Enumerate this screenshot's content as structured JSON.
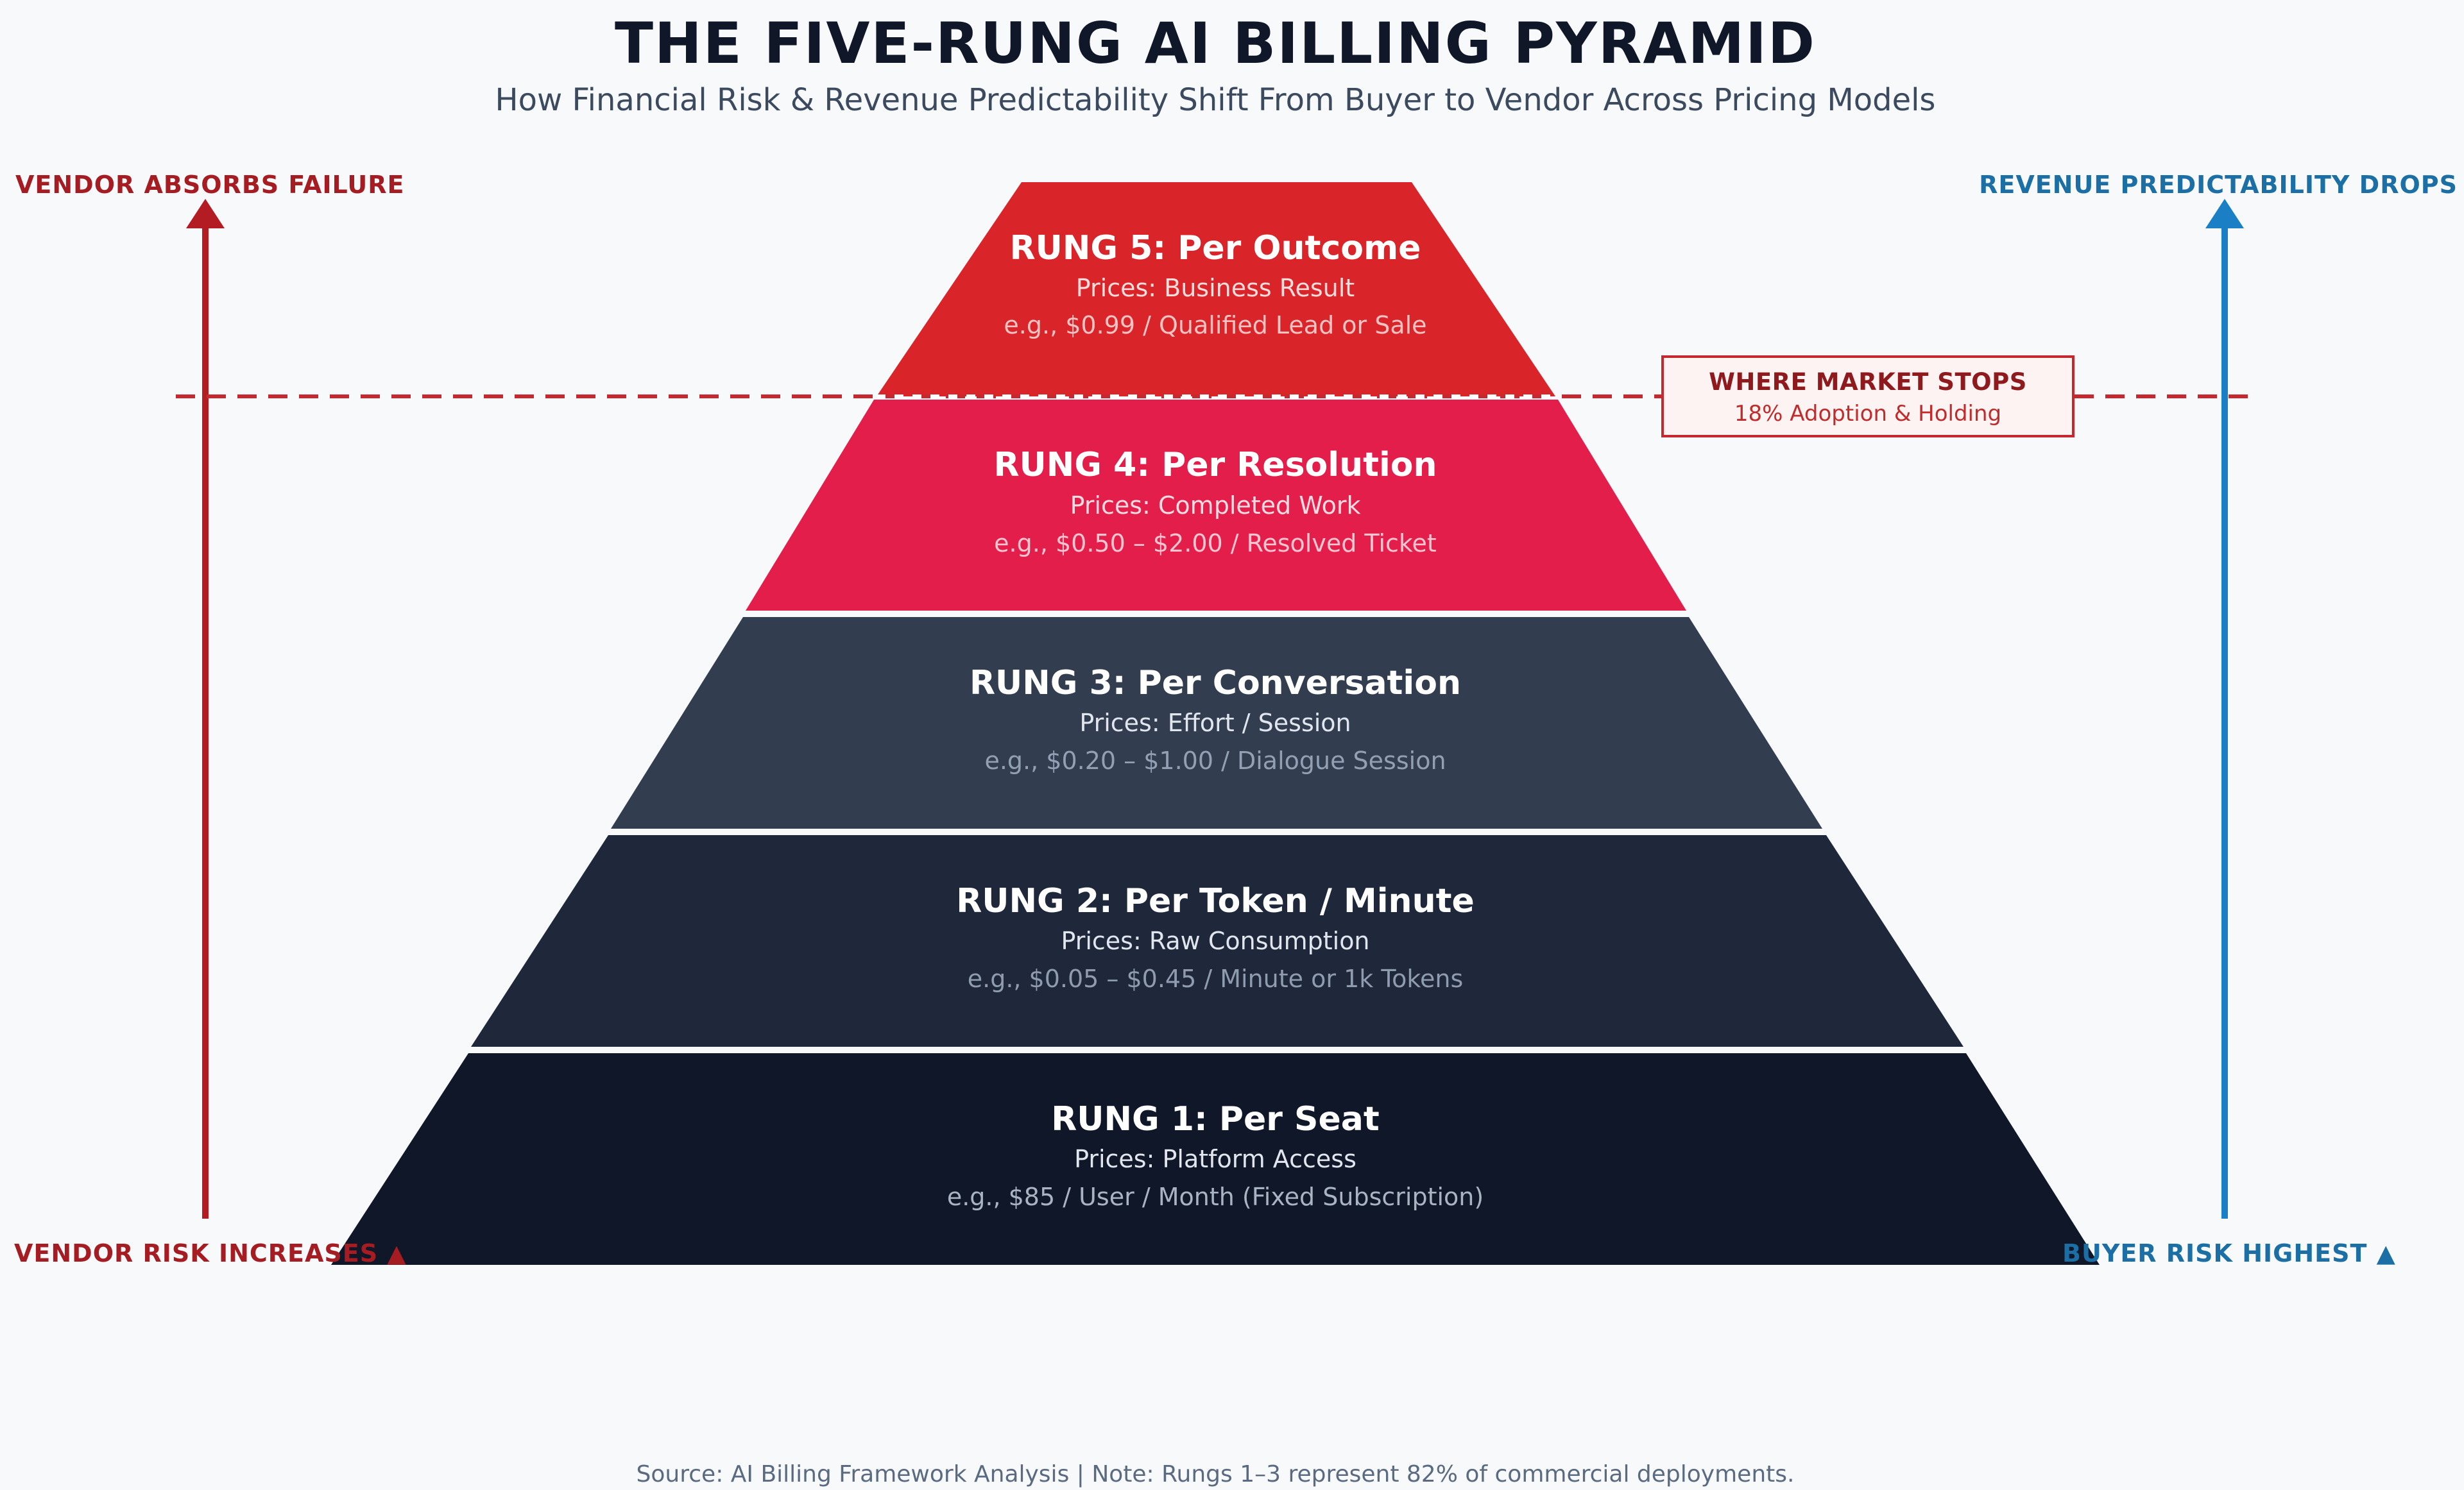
{
  "title": "THE FIVE-RUNG AI BILLING PYRAMID",
  "subtitle": "How Financial Risk & Revenue Predictability Shift From Buyer to Vendor Across Pricing Models",
  "left_axis": {
    "top_label": "VENDOR ABSORBS FAILURE",
    "bottom_label": "VENDOR RISK INCREASES ▲",
    "color": "#b31c22"
  },
  "right_axis": {
    "top_label": "REVENUE PREDICTABILITY DROPS",
    "bottom_label": "BUYER RISK HIGHEST ▲",
    "color": "#1a7fc4"
  },
  "rungs": [
    {
      "title": "RUNG 5: Per Outcome",
      "subtitle": "Prices: Business Result",
      "example": "e.g., $0.99 / Qualified Lead or Sale",
      "color": "#d92429"
    },
    {
      "title": "RUNG 4: Per Resolution",
      "subtitle": "Prices: Completed Work",
      "example": "e.g., $0.50 – $2.00 / Resolved Ticket",
      "color": "#e41e4b"
    },
    {
      "title": "RUNG 3: Per Conversation",
      "subtitle": "Prices: Effort / Session",
      "example": "e.g., $0.20 – $1.00 / Dialogue Session",
      "color": "#323e50"
    },
    {
      "title": "RUNG 2: Per Token / Minute",
      "subtitle": "Prices: Raw Consumption",
      "example": "e.g., $0.05 – $0.45 / Minute or 1k Tokens",
      "color": "#1e283a"
    },
    {
      "title": "RUNG 1: Per Seat",
      "subtitle": "Prices: Platform Access",
      "example": "e.g., $85 / User / Month (Fixed Subscription)",
      "color": "#0f1729"
    }
  ],
  "callout": {
    "title": "WHERE MARKET STOPS",
    "subtitle": "18% Adoption & Holding",
    "color": "#c62830"
  },
  "footer": "Source: AI Billing Framework Analysis | Note: Rungs 1–3 represent 82% of commercial deployments."
}
